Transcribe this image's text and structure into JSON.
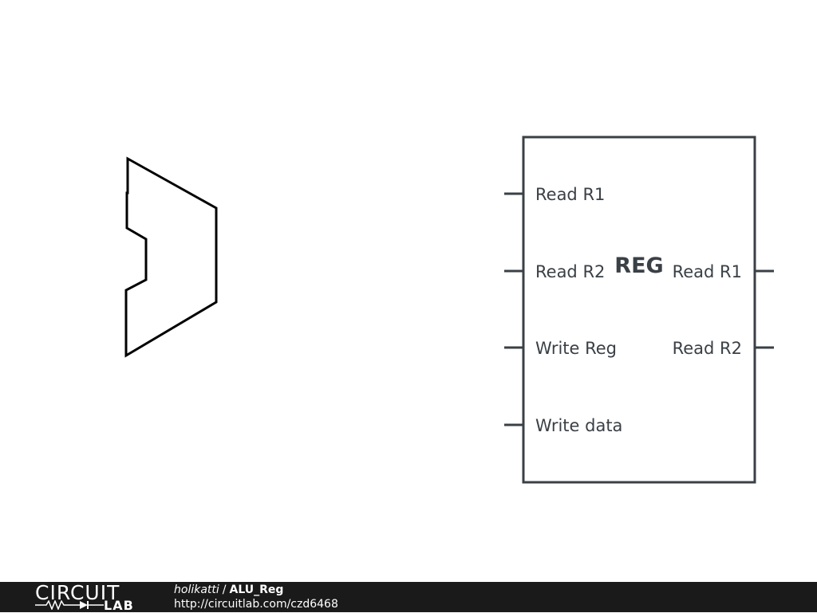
{
  "alu_block": {
    "icon": "alu-shape"
  },
  "register_file": {
    "title": "REG",
    "inputs": [
      "Read R1",
      "Read R2",
      "Write Reg",
      "Write data"
    ],
    "outputs": [
      "Read R1",
      "Read R2"
    ],
    "stroke_color": "#3a4046"
  },
  "footer": {
    "logo_top": "CIRCUIT",
    "logo_bottom": "LAB",
    "author": "holikatti",
    "separator": "/",
    "project": "ALU_Reg",
    "url": "http://circuitlab.com/czd6468",
    "background": "#1a1a1a"
  }
}
